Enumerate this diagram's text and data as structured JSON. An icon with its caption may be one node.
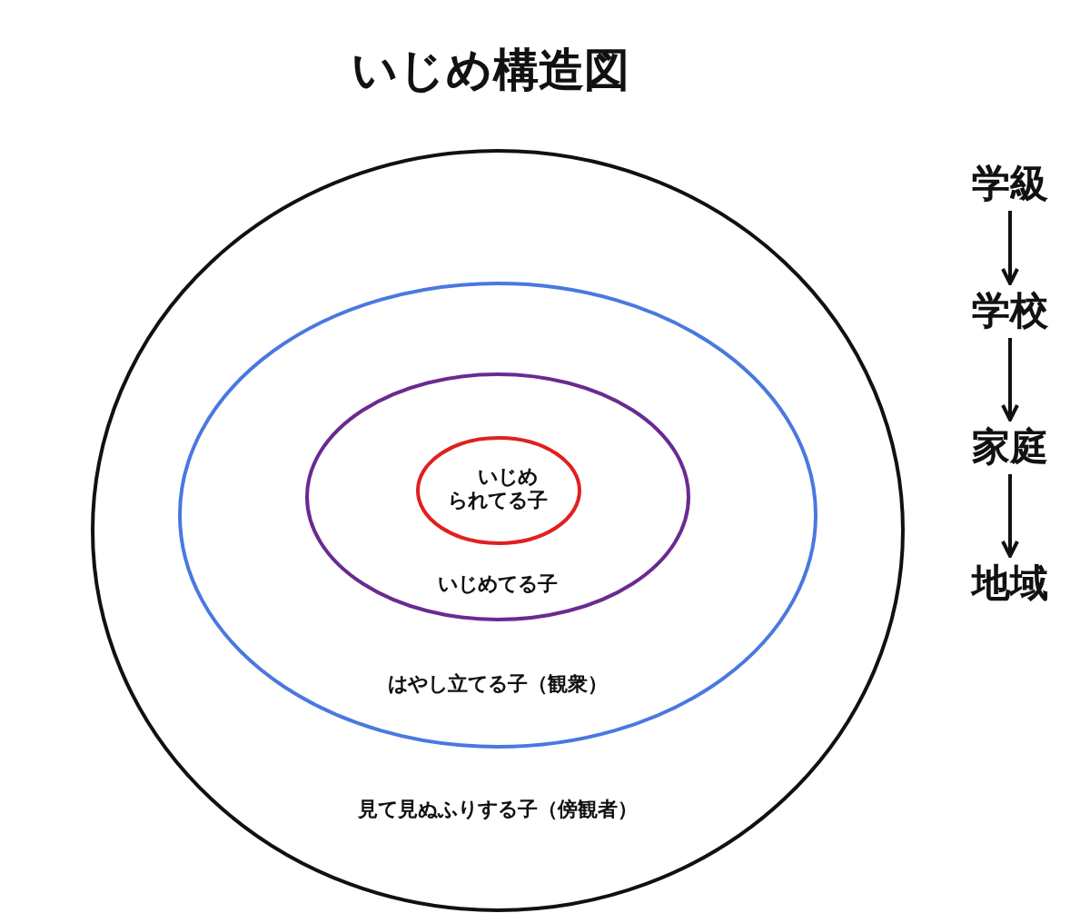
{
  "diagram": {
    "title": "いじめ構造図",
    "nodes": [
      {
        "text": [
          "見て見ぬふりする子（傍観者）"
        ]
      },
      {
        "text": [
          "はやし立てる子（観衆）"
        ],
        "in": 0
      },
      {
        "text": [
          "いじめてる子"
        ],
        "in": 1
      },
      {
        "text": [
          "いじめられてる子"
        ],
        "in": 2
      },
      {
        "text": [
          "学級"
        ]
      },
      {
        "text": [
          "学校"
        ]
      },
      {
        "text": [
          "家庭"
        ]
      },
      {
        "text": [
          "地域"
        ]
      }
    ],
    "edges": [
      {
        "from": 4,
        "to": 5,
        "arrow": "to"
      },
      {
        "from": 5,
        "to": 6,
        "arrow": "to"
      },
      {
        "from": 6,
        "to": 7,
        "arrow": "to"
      }
    ]
  }
}
